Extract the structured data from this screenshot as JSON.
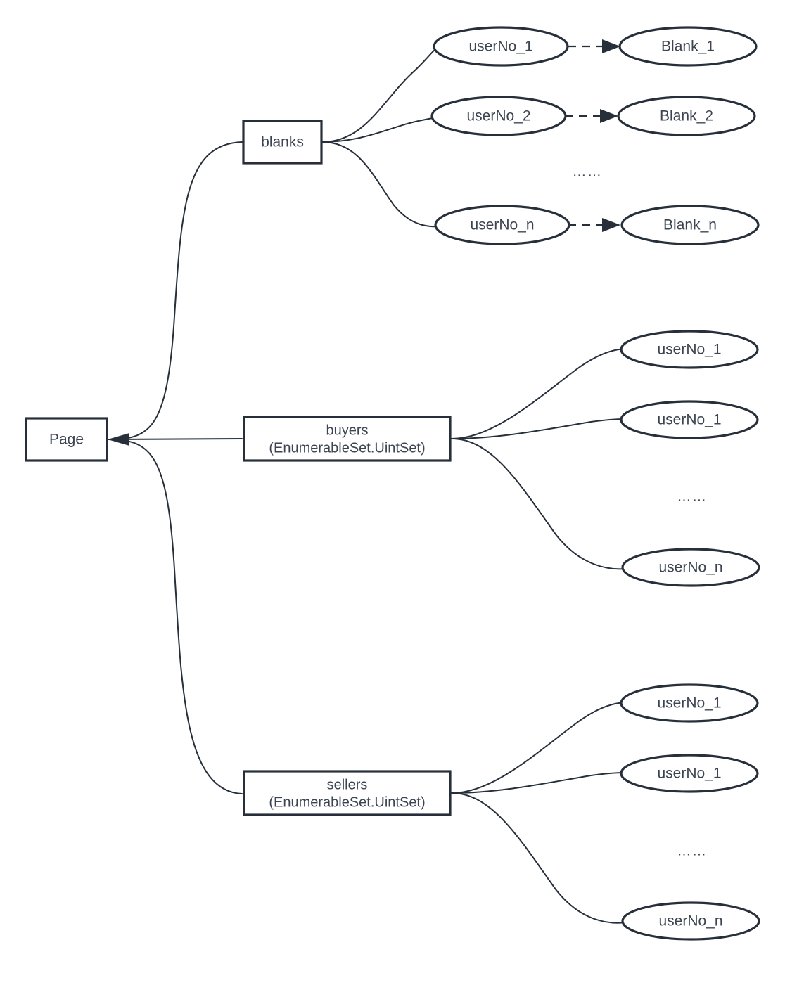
{
  "diagram": {
    "type": "tree-structure-diagram",
    "title": "Page data structure",
    "colors": {
      "stroke": "#27303a",
      "text": "#3b4450",
      "background": "#ffffff"
    },
    "ellipsis_text": "……"
  },
  "root": {
    "id": "page",
    "label": "Page",
    "shape": "rectangle"
  },
  "branches": [
    {
      "id": "blanks",
      "label": "blanks",
      "sublabel": "",
      "shape": "rectangle",
      "children": [
        {
          "id": "blanks-userno-1",
          "label": "userNo_1",
          "shape": "ellipse",
          "maps_to": {
            "id": "blank-1",
            "label": "Blank_1",
            "shape": "ellipse",
            "edge": "dashed-arrow"
          }
        },
        {
          "id": "blanks-userno-2",
          "label": "userNo_2",
          "shape": "ellipse",
          "maps_to": {
            "id": "blank-2",
            "label": "Blank_2",
            "shape": "ellipse",
            "edge": "dashed-arrow"
          }
        },
        {
          "id": "blanks-ellipsis",
          "label": "……",
          "shape": "text"
        },
        {
          "id": "blanks-userno-n",
          "label": "userNo_n",
          "shape": "ellipse",
          "maps_to": {
            "id": "blank-n",
            "label": "Blank_n",
            "shape": "ellipse",
            "edge": "dashed-arrow"
          }
        }
      ]
    },
    {
      "id": "buyers",
      "label": "buyers",
      "sublabel": "(EnumerableSet.UintSet)",
      "shape": "rectangle",
      "children": [
        {
          "id": "buyers-userno-1",
          "label": "userNo_1",
          "shape": "ellipse"
        },
        {
          "id": "buyers-userno-2",
          "label": "userNo_1",
          "shape": "ellipse"
        },
        {
          "id": "buyers-ellipsis",
          "label": "……",
          "shape": "text"
        },
        {
          "id": "buyers-userno-n",
          "label": "userNo_n",
          "shape": "ellipse"
        }
      ]
    },
    {
      "id": "sellers",
      "label": "sellers",
      "sublabel": "(EnumerableSet.UintSet)",
      "shape": "rectangle",
      "children": [
        {
          "id": "sellers-userno-1",
          "label": "userNo_1",
          "shape": "ellipse"
        },
        {
          "id": "sellers-userno-2",
          "label": "userNo_1",
          "shape": "ellipse"
        },
        {
          "id": "sellers-ellipsis",
          "label": "……",
          "shape": "text"
        },
        {
          "id": "sellers-userno-n",
          "label": "userNo_n",
          "shape": "ellipse"
        }
      ]
    }
  ]
}
